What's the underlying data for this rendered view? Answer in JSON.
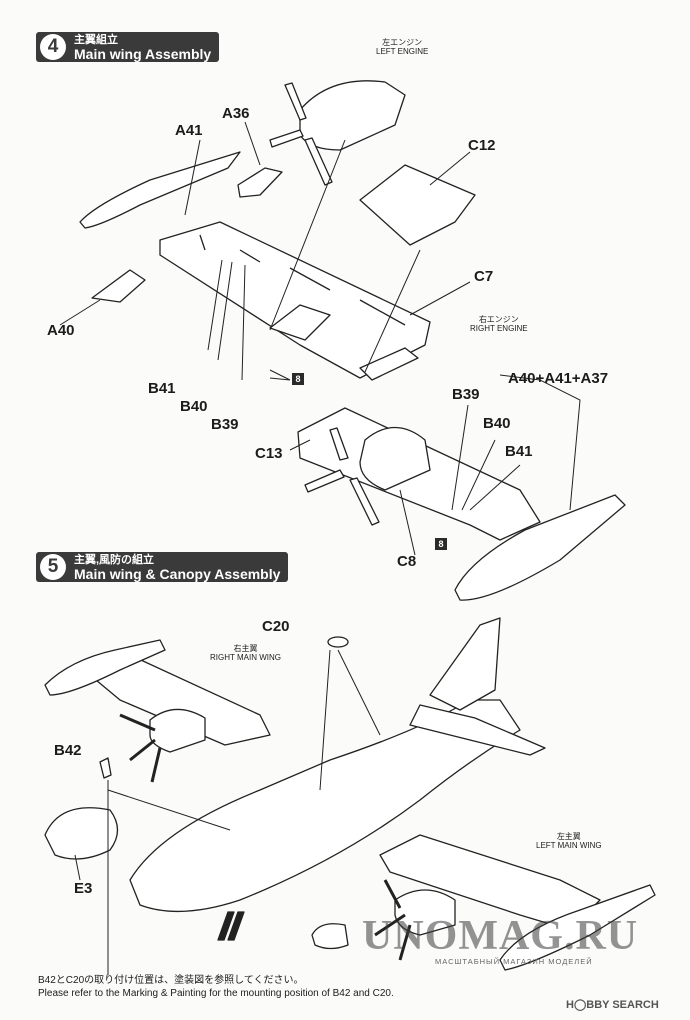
{
  "step4": {
    "number": "4",
    "title_jp": "主翼組立",
    "title_en": "Main wing Assembly",
    "left_engine_jp": "左エンジン",
    "left_engine_en": "LEFT ENGINE",
    "right_engine_jp": "右エンジン",
    "right_engine_en": "RIGHT ENGINE",
    "parts": {
      "a41": "A41",
      "a36": "A36",
      "c12": "C12",
      "c7": "C7",
      "a40": "A40",
      "b41": "B41",
      "b40": "B40",
      "b39": "B39",
      "c13": "C13",
      "c8": "C8",
      "b39b": "B39",
      "b40b": "B40",
      "b41b": "B41",
      "combo": "A40+A41+A37"
    },
    "ref1": "8",
    "ref2": "8"
  },
  "step5": {
    "number": "5",
    "title_jp": "主翼,風防の組立",
    "title_en": "Main wing & Canopy Assembly",
    "right_wing_jp": "右主翼",
    "right_wing_en": "RIGHT MAIN WING",
    "left_wing_jp": "左主翼",
    "left_wing_en": "LEFT MAIN WING",
    "parts": {
      "c20": "C20",
      "b42": "B42",
      "e3": "E3"
    }
  },
  "note": {
    "jp": "B42とC20の取り付け位置は、塗装図を参照してください。",
    "en": "Please refer to the Marking & Painting for the mounting position of B42 and C20."
  },
  "watermark": {
    "main": "UNOMAG.RU",
    "sub": "МАСШТАБНЫЙ МАГАЗИН МОДЕЛЕЙ",
    "search": "H◯BBY SEARCH"
  }
}
